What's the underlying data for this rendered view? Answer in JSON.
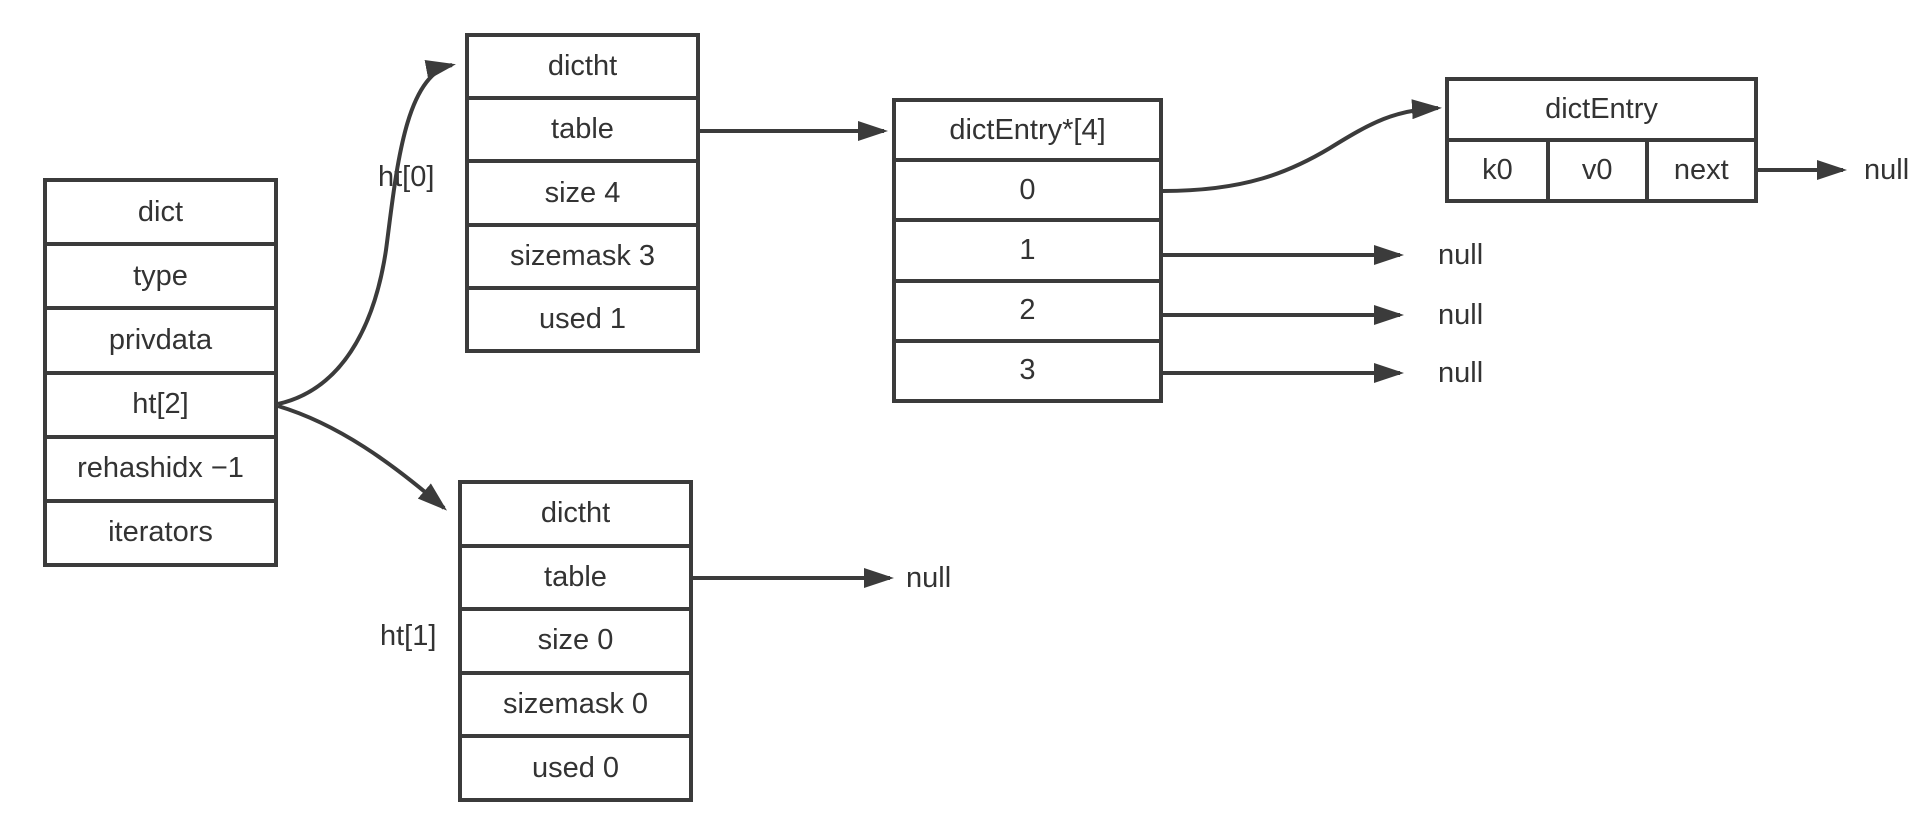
{
  "colors": {
    "stroke": "#3b3b3b",
    "text": "#333333",
    "background": "#ffffff"
  },
  "dict_box": {
    "rows": [
      "dict",
      "type",
      "privdata",
      "ht[2]",
      "rehashidx −1",
      "iterators"
    ]
  },
  "ht0_box": {
    "rows": [
      "dictht",
      "table",
      "size 4",
      "sizemask 3",
      "used 1"
    ]
  },
  "ht1_box": {
    "rows": [
      "dictht",
      "table",
      "size 0",
      "sizemask 0",
      "used 0"
    ]
  },
  "bucket_box": {
    "rows": [
      "dictEntry*[4]",
      "0",
      "1",
      "2",
      "3"
    ]
  },
  "entry_box": {
    "header": "dictEntry",
    "cells": [
      "k0",
      "v0",
      "next"
    ]
  },
  "labels": {
    "ht0": "ht[0]",
    "ht1": "ht[1]",
    "null_text": "null"
  }
}
